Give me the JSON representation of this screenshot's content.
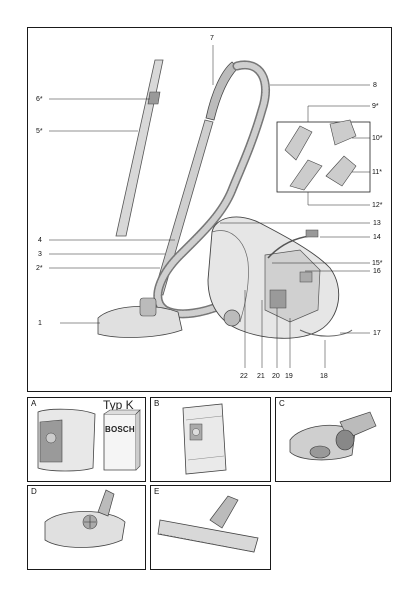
{
  "main_figure": {
    "labels": {
      "n1": "1",
      "n2": "2*",
      "n3": "3",
      "n4": "4",
      "n5": "5*",
      "n6": "6*",
      "n7": "7",
      "n8": "8",
      "n9": "9*",
      "n10": "10*",
      "n11": "11*",
      "n12": "12*",
      "n13": "13",
      "n14": "14",
      "n15": "15*",
      "n16": "16",
      "n17": "17",
      "n18": "18",
      "n19": "19",
      "n20": "20",
      "n21": "21",
      "n22": "22"
    }
  },
  "panels": {
    "a": {
      "label": "A",
      "typ_text": "Typ K",
      "box_brand": "BOSCH"
    },
    "b": {
      "label": "B"
    },
    "c": {
      "label": "C"
    },
    "d": {
      "label": "D"
    },
    "e": {
      "label": "E"
    }
  }
}
